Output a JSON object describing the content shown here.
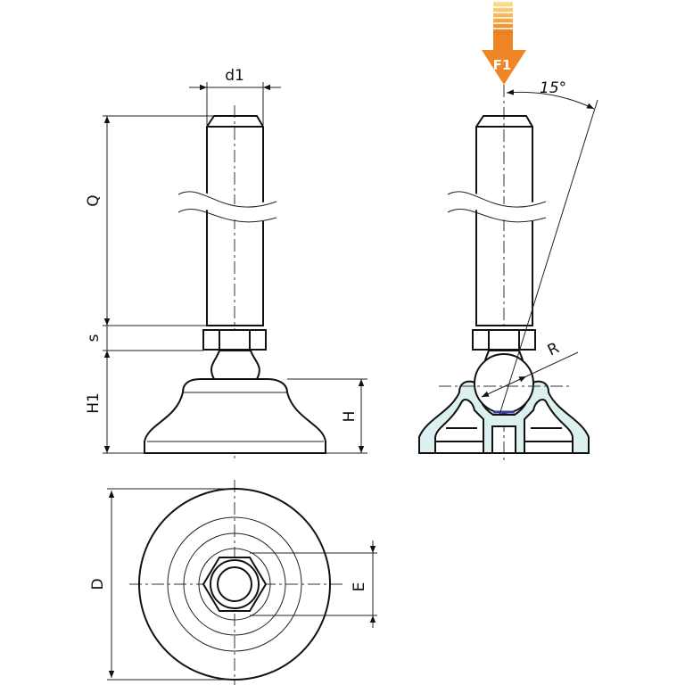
{
  "labels": {
    "d1": "d1",
    "Q": "Q",
    "s": "s",
    "H1": "H1",
    "H": "H",
    "D": "D",
    "E": "E",
    "R": "R",
    "angle": "15°",
    "force": "F1"
  },
  "colors": {
    "section_fill": "#dcf1ef",
    "arrow_orange": "#f08a24",
    "arrow_light": "#fbe39a",
    "contact_blue": "#3a3aa0"
  }
}
